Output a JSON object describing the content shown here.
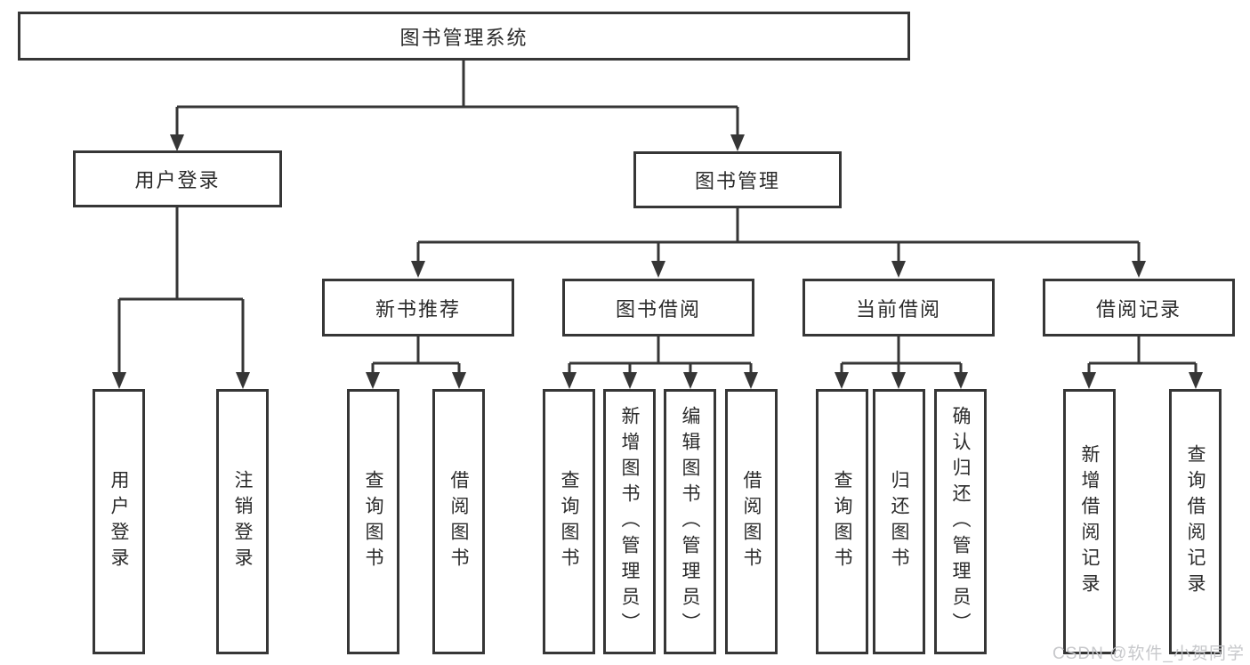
{
  "diagram": {
    "root": {
      "label": "图书管理系统"
    },
    "branches": [
      {
        "label": "用户登录",
        "children": [
          {
            "label": "用户登录"
          },
          {
            "label": "注销登录"
          }
        ]
      },
      {
        "label": "图书管理",
        "children": [
          {
            "label": "新书推荐",
            "children": [
              {
                "label": "查询图书"
              },
              {
                "label": "借阅图书"
              }
            ]
          },
          {
            "label": "图书借阅",
            "children": [
              {
                "label": "查询图书"
              },
              {
                "label": "新增图书（管理员）"
              },
              {
                "label": "编辑图书（管理员）"
              },
              {
                "label": "借阅图书"
              }
            ]
          },
          {
            "label": "当前借阅",
            "children": [
              {
                "label": "查询图书"
              },
              {
                "label": "归还图书"
              },
              {
                "label": "确认归还（管理员）"
              }
            ]
          },
          {
            "label": "借阅记录",
            "children": [
              {
                "label": "新增借阅记录"
              },
              {
                "label": "查询借阅记录"
              }
            ]
          }
        ]
      }
    ],
    "watermark": "CSDN @软件_小贺同学",
    "colors": {
      "line": "#363636",
      "text": "#2b2b2b",
      "watermark": "#c5c6c9",
      "background": "#ffffff"
    }
  }
}
